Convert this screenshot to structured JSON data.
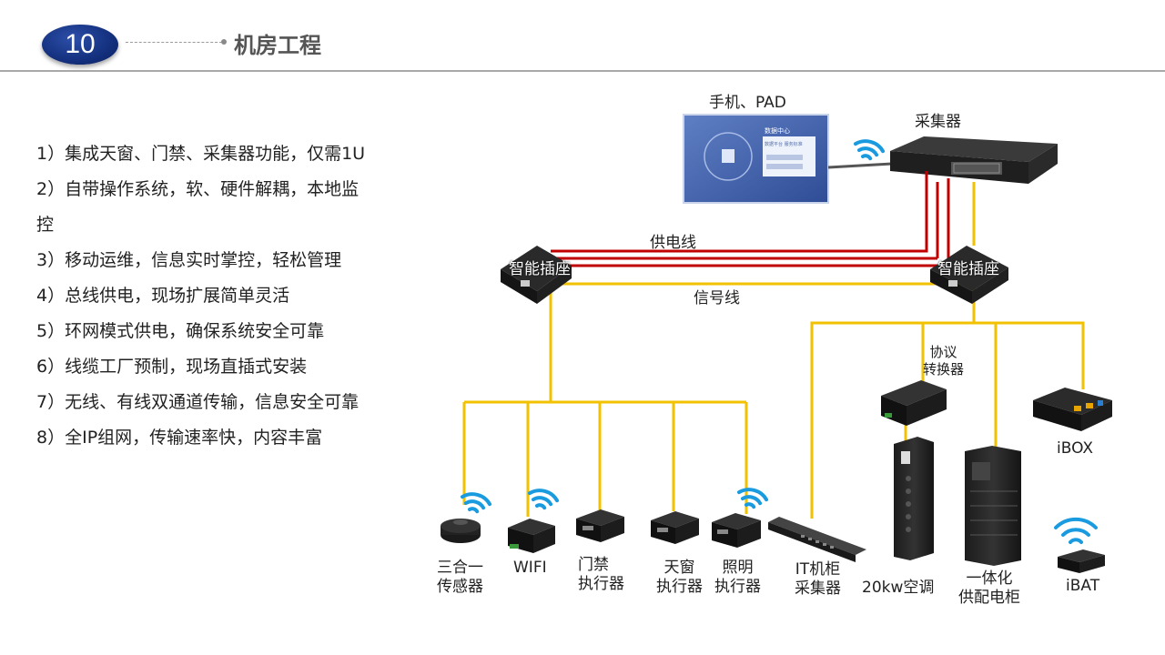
{
  "header": {
    "number": "10",
    "title": "机房工程"
  },
  "features": [
    "1）集成天窗、门禁、采集器功能，仅需1U",
    "2）自带操作系统，软、硬件解耦，本地监",
    "控",
    "3）移动运维，信息实时掌控，轻松管理",
    "4）总线供电，现场扩展简单灵活",
    "5）环网模式供电，确保系统安全可靠",
    "6）线缆工厂预制，现场直插式安装",
    "7）无线、有线双通道传输，信息安全可靠",
    "8）全IP组网，传输速率快，内容丰富"
  ],
  "diagram": {
    "phone_pad": "手机、PAD",
    "collector": "采集器",
    "screen": {
      "title": "数据中心",
      "subtitle": "数据平台 服务标准"
    },
    "power_line": "供电线",
    "signal_line": "信号线",
    "smart_socket_left": "智能插座",
    "smart_socket_right": "智能插座",
    "protocol_converter": [
      "协议",
      "转换器"
    ],
    "ibox": "iBOX",
    "ibat": "iBAT",
    "sensor": [
      "三合一",
      "传感器"
    ],
    "wifi": "WIFI",
    "door": [
      "门禁",
      "执行器"
    ],
    "skylight": [
      "天窗",
      "执行器"
    ],
    "lighting": [
      "照明",
      "执行器"
    ],
    "it_cabinet": [
      "IT机柜",
      "采集器"
    ],
    "ac": "20kw空调",
    "power_cabinet": [
      "一体化",
      "供配电柜"
    ]
  },
  "colors": {
    "power": "#c00000",
    "signal": "#f2c200",
    "badge": "#14307e",
    "cable": "#555555"
  }
}
